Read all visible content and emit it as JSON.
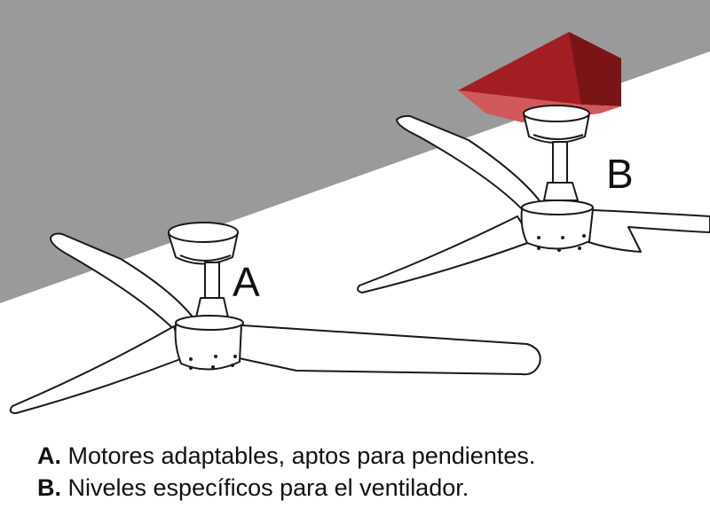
{
  "diagram": {
    "fans": [
      {
        "id": "A",
        "label": "A"
      },
      {
        "id": "B",
        "label": "B"
      }
    ],
    "colors": {
      "ceiling": "#9a9a9a",
      "wall": "#ffffff",
      "outline": "#1a1a1a",
      "block_front": "#c0272d",
      "block_top": "#a21e22",
      "block_side": "#7a1417",
      "block_bottom": "#d2595b"
    }
  },
  "legend": [
    {
      "key": "A.",
      "text": " Motores adaptables, aptos para pendientes."
    },
    {
      "key": "B.",
      "text": " Niveles específicos para el ventilador."
    }
  ]
}
